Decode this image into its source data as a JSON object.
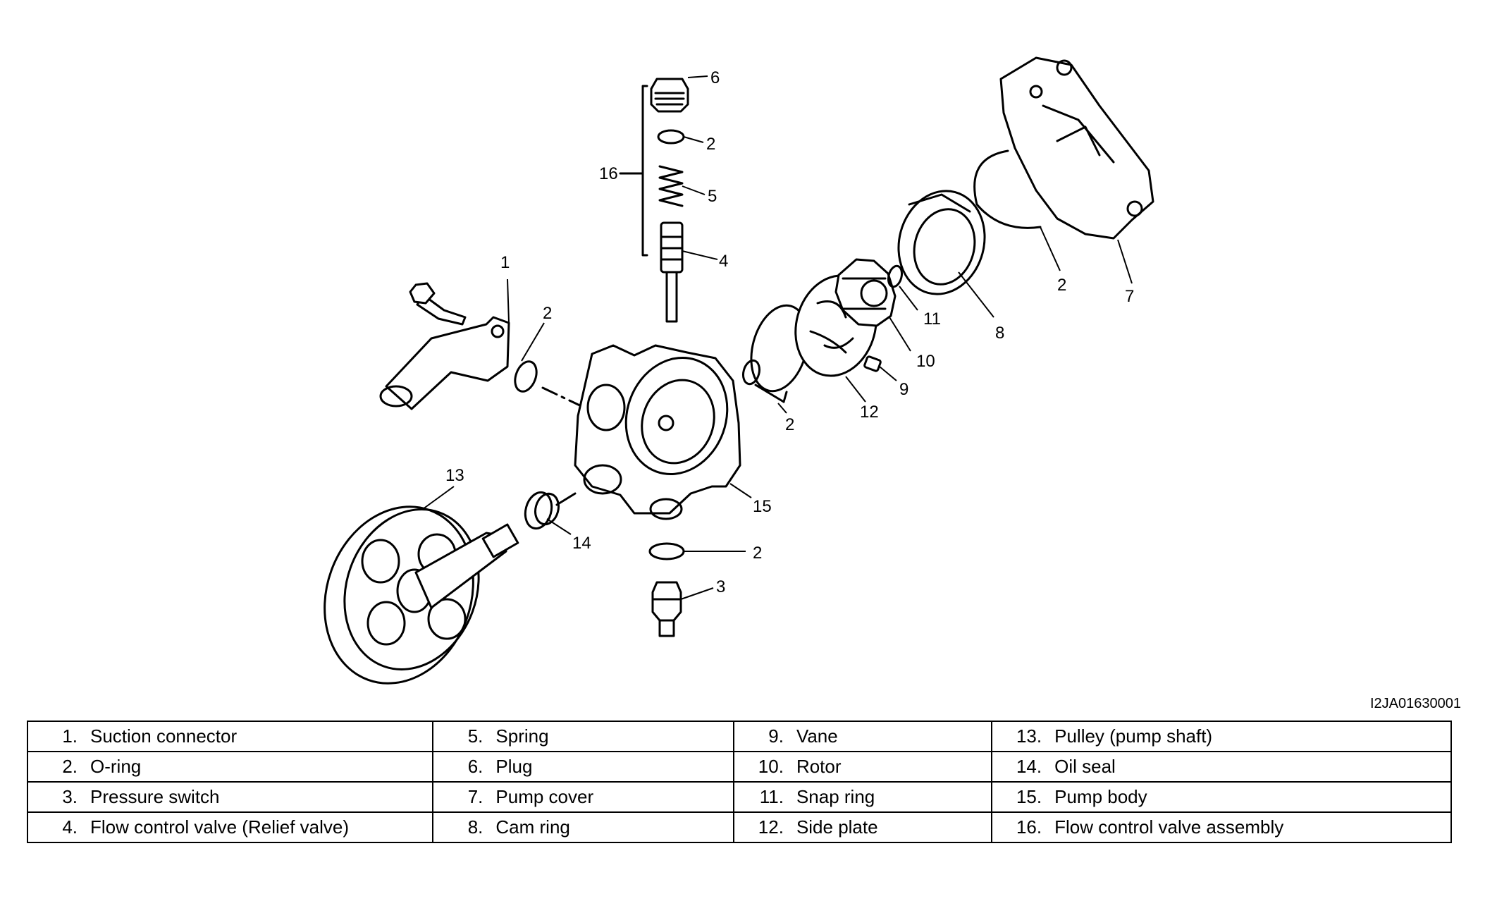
{
  "figure_code": "I2JA01630001",
  "callouts": {
    "c1": "1",
    "c2a": "2",
    "c2b": "2",
    "c2c": "2",
    "c2d": "2",
    "c2e": "2",
    "c3": "3",
    "c4": "4",
    "c5": "5",
    "c6": "6",
    "c7": "7",
    "c8": "8",
    "c9": "9",
    "c10": "10",
    "c11": "11",
    "c12": "12",
    "c13": "13",
    "c14": "14",
    "c15": "15",
    "c16": "16"
  },
  "parts": [
    {
      "num": "1.",
      "name": "Suction connector"
    },
    {
      "num": "2.",
      "name": "O-ring"
    },
    {
      "num": "3.",
      "name": "Pressure switch"
    },
    {
      "num": "4.",
      "name": "Flow control valve (Relief valve)"
    },
    {
      "num": "5.",
      "name": "Spring"
    },
    {
      "num": "6.",
      "name": "Plug"
    },
    {
      "num": "7.",
      "name": "Pump cover"
    },
    {
      "num": "8.",
      "name": "Cam ring"
    },
    {
      "num": "9.",
      "name": "Vane"
    },
    {
      "num": "10.",
      "name": "Rotor"
    },
    {
      "num": "11.",
      "name": "Snap ring"
    },
    {
      "num": "12.",
      "name": "Side plate"
    },
    {
      "num": "13.",
      "name": "Pulley (pump shaft)"
    },
    {
      "num": "14.",
      "name": "Oil seal"
    },
    {
      "num": "15.",
      "name": "Pump body"
    },
    {
      "num": "16.",
      "name": "Flow control valve assembly"
    }
  ]
}
